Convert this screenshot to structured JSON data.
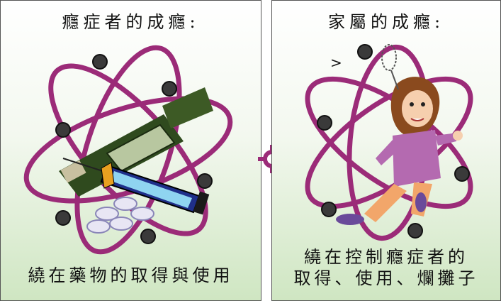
{
  "left_panel": {
    "title": "癮症者的成癮:",
    "caption": "繞在藥物的取得與使用"
  },
  "right_panel": {
    "title": "家屬的成癮:",
    "caption_line1": "繞在控制癮症者的",
    "caption_line2": "取得、使用、爛攤子",
    "marker": ">"
  },
  "icons": {
    "left_art": "atom-with-drugs-icon",
    "right_art": "atom-with-family-member-icon",
    "connector": "connector-symbol-icon"
  },
  "colors": {
    "orbit": "#9b2b78",
    "node": "#3a3a3a",
    "background_bottom": "#cfe6c2",
    "border": "#555555"
  }
}
